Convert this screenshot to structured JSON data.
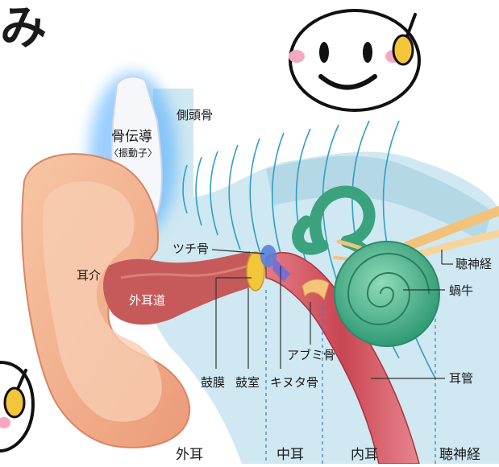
{
  "title_char": "み",
  "labels": {
    "bone_conduction": "骨伝導",
    "vibrator": "〈振動子〉",
    "temporal_bone": "側頭骨",
    "malleus": "ツチ骨",
    "auricle": "耳介",
    "ear_canal": "外耳道",
    "eardrum": "鼓膜",
    "tympanic_cavity": "鼓室",
    "incus": "キヌタ骨",
    "stapes": "アブミ骨",
    "auditory_nerve": "聴神経",
    "cochlea": "蝸牛",
    "eustachian_tube": "耳管"
  },
  "zones": {
    "outer_ear": "外耳",
    "middle_ear": "中耳",
    "inner_ear": "内耳",
    "nerve": "聴神経"
  },
  "colors": {
    "skin": "#f4b08a",
    "skin_dark": "#e3896a",
    "canal": "#c65a5a",
    "bone": "#b9dbe8",
    "cochlea": "#4fb18c",
    "nerve": "#f3c27a",
    "tube": "#d65a66",
    "wave": "#2f9fc4",
    "glow": "#4aa8ff",
    "drum": "#f3c53a",
    "cheek": "#f6a8c2"
  }
}
